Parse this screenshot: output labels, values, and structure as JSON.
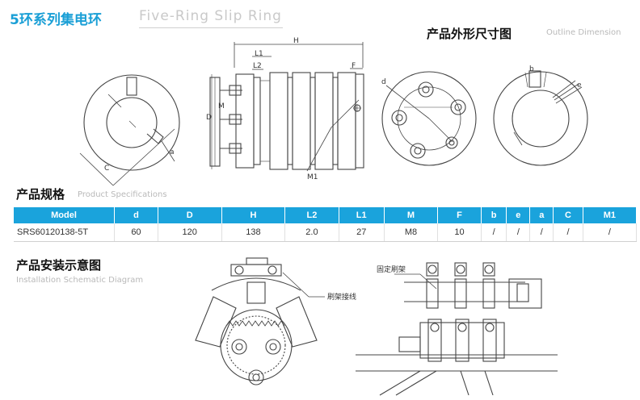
{
  "header": {
    "title_cn": "5环系列集电环",
    "title_en": "Five-Ring Slip Ring"
  },
  "outline": {
    "title_cn": "产品外形尺寸图",
    "title_en": "Outline Dimension"
  },
  "specs": {
    "title_cn": "产品规格",
    "title_en": "Product Specifications",
    "columns": [
      "Model",
      "d",
      "D",
      "H",
      "L2",
      "L1",
      "M",
      "F",
      "b",
      "e",
      "a",
      "C",
      "M1"
    ],
    "rows": [
      [
        "SRS60120138-5T",
        "60",
        "120",
        "138",
        "2.0",
        "27",
        "M8",
        "10",
        "/",
        "/",
        "/",
        "/",
        "/"
      ]
    ]
  },
  "install": {
    "title_cn": "产品安装示意图",
    "title_en": "Installation Schematic Diagram",
    "label_brush_wiring": "刷架接线",
    "label_fixed_bracket": "固定刷架"
  },
  "dim_labels": {
    "H": "H",
    "L1": "L1",
    "L2": "L2",
    "F": "F",
    "D": "D",
    "M": "M",
    "M1": "M1",
    "C": "C",
    "a": "a",
    "d": "d",
    "b": "b",
    "e": "e"
  },
  "colors": {
    "accent": "#1aa3dc",
    "title_blue": "#1a9fd6",
    "subtitle_gray": "#c9c9c9"
  }
}
